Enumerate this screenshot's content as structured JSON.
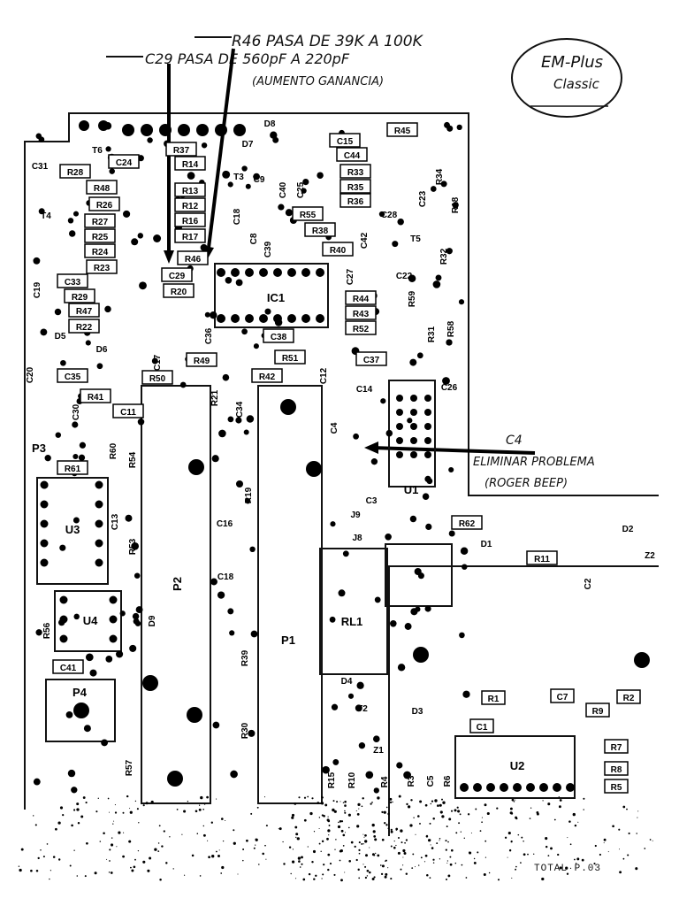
{
  "annotations": {
    "r46_note": "R46 PASA DE 39K A 100K",
    "c29_note": "C29 PASA DE 560pF A 220pF",
    "gain_note": "(AUMENTO GANANCIA)",
    "c4_label": "C4",
    "c4_note": "ELIMINAR PROBLEMA",
    "c4_note2": "(ROGER BEEP)",
    "model_line1": "EM-Plus",
    "model_line2": "Classic"
  },
  "footer": "TOTAL P.03",
  "components": [
    {
      "id": "T6",
      "label": "T6"
    },
    {
      "id": "R37",
      "label": "R37"
    },
    {
      "id": "D8",
      "label": "D8"
    },
    {
      "id": "D7",
      "label": "D7"
    },
    {
      "id": "C15",
      "label": "C15"
    },
    {
      "id": "R45",
      "label": "R45"
    },
    {
      "id": "C44",
      "label": "C44"
    },
    {
      "id": "C24",
      "label": "C24"
    },
    {
      "id": "C31",
      "label": "C31"
    },
    {
      "id": "R28",
      "label": "R28"
    },
    {
      "id": "R14",
      "label": "R14"
    },
    {
      "id": "T3",
      "label": "T3"
    },
    {
      "id": "C9",
      "label": "C9"
    },
    {
      "id": "C40",
      "label": "C40"
    },
    {
      "id": "C25",
      "label": "C25"
    },
    {
      "id": "R33",
      "label": "R33"
    },
    {
      "id": "R35",
      "label": "R35"
    },
    {
      "id": "R36",
      "label": "R36"
    },
    {
      "id": "R34",
      "label": "R34"
    },
    {
      "id": "R18",
      "label": "R18"
    },
    {
      "id": "C23",
      "label": "C23"
    },
    {
      "id": "R48",
      "label": "R48"
    },
    {
      "id": "R13",
      "label": "R13"
    },
    {
      "id": "R26",
      "label": "R26"
    },
    {
      "id": "R12",
      "label": "R12"
    },
    {
      "id": "R16",
      "label": "R16"
    },
    {
      "id": "R17",
      "label": "R17"
    },
    {
      "id": "C18",
      "label": "C18"
    },
    {
      "id": "R55",
      "label": "R55"
    },
    {
      "id": "R38",
      "label": "R38"
    },
    {
      "id": "C28",
      "label": "C28"
    },
    {
      "id": "T4",
      "label": "T4"
    },
    {
      "id": "R27",
      "label": "R27"
    },
    {
      "id": "R25",
      "label": "R25"
    },
    {
      "id": "R24",
      "label": "R24"
    },
    {
      "id": "R23",
      "label": "R23"
    },
    {
      "id": "C8",
      "label": "C8"
    },
    {
      "id": "C39",
      "label": "C39"
    },
    {
      "id": "C42",
      "label": "C42"
    },
    {
      "id": "R40",
      "label": "R40"
    },
    {
      "id": "T5",
      "label": "T5"
    },
    {
      "id": "R32",
      "label": "R32"
    },
    {
      "id": "R46",
      "label": "R46"
    },
    {
      "id": "C29",
      "label": "C29"
    },
    {
      "id": "R20",
      "label": "R20"
    },
    {
      "id": "IC1",
      "label": "IC1"
    },
    {
      "id": "C27",
      "label": "C27"
    },
    {
      "id": "C22",
      "label": "C22"
    },
    {
      "id": "C19",
      "label": "C19"
    },
    {
      "id": "C33",
      "label": "C33"
    },
    {
      "id": "R29",
      "label": "R29"
    },
    {
      "id": "R47",
      "label": "R47"
    },
    {
      "id": "R22",
      "label": "R22"
    },
    {
      "id": "R44",
      "label": "R44"
    },
    {
      "id": "R59",
      "label": "R59"
    },
    {
      "id": "R43",
      "label": "R43"
    },
    {
      "id": "R52",
      "label": "R52"
    },
    {
      "id": "D5",
      "label": "D5"
    },
    {
      "id": "D6",
      "label": "D6"
    },
    {
      "id": "C36",
      "label": "C36"
    },
    {
      "id": "C38",
      "label": "C38"
    },
    {
      "id": "R31",
      "label": "R31"
    },
    {
      "id": "R58",
      "label": "R58"
    },
    {
      "id": "C17",
      "label": "C17"
    },
    {
      "id": "R49",
      "label": "R49"
    },
    {
      "id": "R51",
      "label": "R51"
    },
    {
      "id": "C37",
      "label": "C37"
    },
    {
      "id": "C20",
      "label": "C20"
    },
    {
      "id": "C35",
      "label": "C35"
    },
    {
      "id": "R50",
      "label": "R50"
    },
    {
      "id": "R42",
      "label": "R42"
    },
    {
      "id": "C12",
      "label": "C12"
    },
    {
      "id": "C14",
      "label": "C14"
    },
    {
      "id": "C26",
      "label": "C26"
    },
    {
      "id": "R41",
      "label": "R41"
    },
    {
      "id": "R21",
      "label": "R21"
    },
    {
      "id": "C34",
      "label": "C34"
    },
    {
      "id": "C30",
      "label": "C30"
    },
    {
      "id": "C11",
      "label": "C11"
    },
    {
      "id": "C4",
      "label": "C4"
    },
    {
      "id": "P3",
      "label": "P3"
    },
    {
      "id": "R61",
      "label": "R61"
    },
    {
      "id": "R60",
      "label": "R60"
    },
    {
      "id": "R54",
      "label": "R54"
    },
    {
      "id": "U1",
      "label": "U1"
    },
    {
      "id": "R19",
      "label": "R19"
    },
    {
      "id": "C3",
      "label": "C3"
    },
    {
      "id": "J9",
      "label": "J9"
    },
    {
      "id": "R62",
      "label": "R62"
    },
    {
      "id": "D1",
      "label": "D1"
    },
    {
      "id": "D2",
      "label": "D2"
    },
    {
      "id": "U3",
      "label": "U3"
    },
    {
      "id": "C13",
      "label": "C13"
    },
    {
      "id": "C16",
      "label": "C16"
    },
    {
      "id": "J8",
      "label": "J8"
    },
    {
      "id": "R11",
      "label": "R11"
    },
    {
      "id": "Z2",
      "label": "Z2"
    },
    {
      "id": "R53",
      "label": "R53"
    },
    {
      "id": "C2",
      "label": "C2"
    },
    {
      "id": "P2",
      "label": "P2"
    },
    {
      "id": "C18b",
      "label": "C18"
    },
    {
      "id": "RL1",
      "label": "RL1"
    },
    {
      "id": "U4",
      "label": "U4"
    },
    {
      "id": "D9",
      "label": "D9"
    },
    {
      "id": "R56",
      "label": "R56"
    },
    {
      "id": "R39",
      "label": "R39"
    },
    {
      "id": "P1",
      "label": "P1"
    },
    {
      "id": "C41",
      "label": "C41"
    },
    {
      "id": "D4",
      "label": "D4"
    },
    {
      "id": "P4",
      "label": "P4"
    },
    {
      "id": "R1",
      "label": "R1"
    },
    {
      "id": "C7",
      "label": "C7"
    },
    {
      "id": "R2",
      "label": "R2"
    },
    {
      "id": "T2",
      "label": "T2"
    },
    {
      "id": "D3",
      "label": "D3"
    },
    {
      "id": "R9",
      "label": "R9"
    },
    {
      "id": "C1",
      "label": "C1"
    },
    {
      "id": "R7",
      "label": "R7"
    },
    {
      "id": "R30",
      "label": "R30"
    },
    {
      "id": "Z1",
      "label": "Z1"
    },
    {
      "id": "U2",
      "label": "U2"
    },
    {
      "id": "R8",
      "label": "R8"
    },
    {
      "id": "R57",
      "label": "R57"
    },
    {
      "id": "R15",
      "label": "R15"
    },
    {
      "id": "R10",
      "label": "R10"
    },
    {
      "id": "R4",
      "label": "R4"
    },
    {
      "id": "R3",
      "label": "R3"
    },
    {
      "id": "C5",
      "label": "C5"
    },
    {
      "id": "R6",
      "label": "R6"
    },
    {
      "id": "R5",
      "label": "R5"
    }
  ]
}
